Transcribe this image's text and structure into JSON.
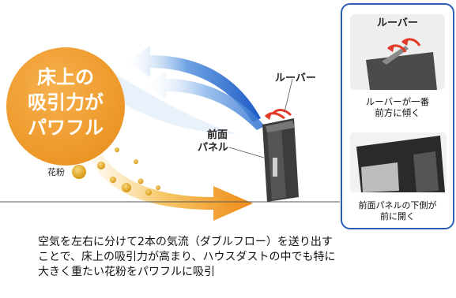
{
  "badge": {
    "line1": "床上の",
    "line2": "吸引力が",
    "line3": "パワフル"
  },
  "labels": {
    "louver": "ルーバー",
    "front_panel_1": "前面",
    "front_panel_2": "パネル",
    "pollen": "花粉"
  },
  "panel": {
    "top_title": "ルーバー",
    "caption1_l1": "ルーバーが一番",
    "caption1_l2": "前方に傾く",
    "caption2_l1": "前面パネルの下側が",
    "caption2_l2": "前に開く"
  },
  "description": {
    "line1": "空気を左右に分けて2本の気流（ダブルフロー）を送り出す",
    "line2": "ことで、床上の吸引力が高まり、ハウスダストの中でも特に",
    "line3": "大きく重たい花粉をパワフルに吸引"
  },
  "colors": {
    "accent_orange": "#ee9a2c",
    "airflow_blue": "#2a66c8",
    "panel_border": "#2b5fb6",
    "red_arrow": "#e23b2a"
  }
}
